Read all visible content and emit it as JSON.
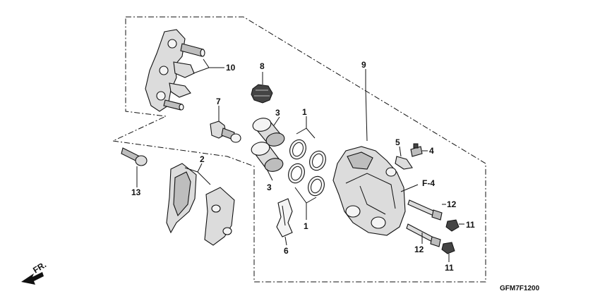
{
  "callouts": {
    "c1a": "1",
    "c1b": "1",
    "c2": "2",
    "c3a": "3",
    "c3b": "3",
    "c4": "4",
    "c5": "5",
    "c6": "6",
    "c7": "7",
    "c8": "8",
    "c9": "9",
    "c10": "10",
    "c11a": "11",
    "c11b": "11",
    "c12a": "12",
    "c12b": "12",
    "c13": "13"
  },
  "ref_label": "F-4",
  "fr_label": "FR.",
  "diagram_code": "GFM7F1200"
}
